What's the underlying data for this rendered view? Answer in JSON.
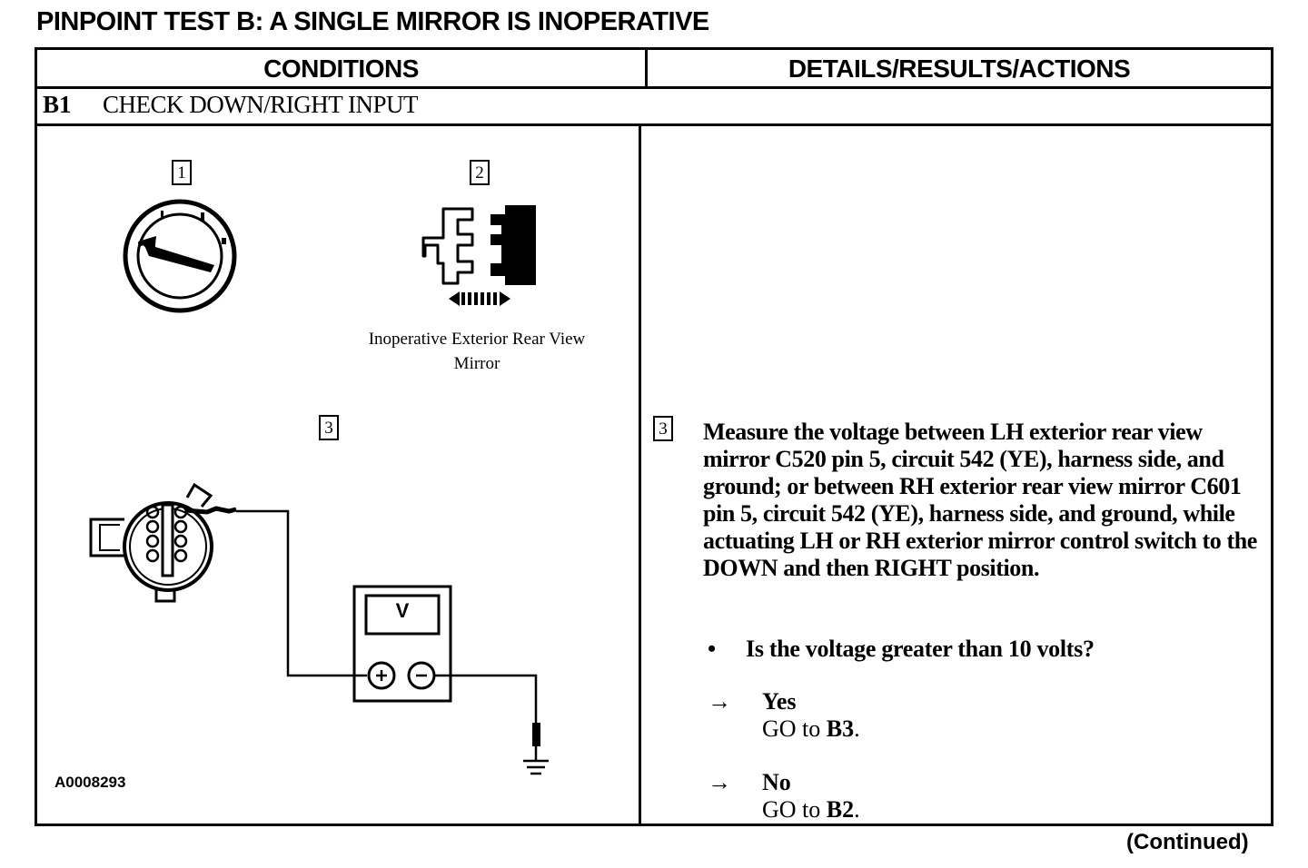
{
  "page": {
    "title": "PINPOINT TEST B: A SINGLE MIRROR IS INOPERATIVE",
    "continued": "(Continued)"
  },
  "table": {
    "col_conditions": "CONDITIONS",
    "col_details": "DETAILS/RESULTS/ACTIONS",
    "step_id": "B1",
    "step_title": "CHECK DOWN/RIGHT INPUT"
  },
  "figure": {
    "callout_1": "1",
    "callout_2": "2",
    "callout_3": "3",
    "caption": "Inoperative Exterior Rear View Mirror",
    "meter_label": "V",
    "figure_id": "A0008293"
  },
  "details": {
    "callout": "3",
    "action": "Measure the voltage between LH exterior rear view mirror C520 pin 5, circuit 542 (YE), harness side, and ground; or between RH exterior rear view mirror C601 pin 5, circuit 542 (YE), harness side, and ground, while actuating LH or RH exterior mirror control switch to the DOWN and then RIGHT position.",
    "bullet": "•",
    "question": "Is the voltage greater than 10 volts?",
    "results": [
      {
        "arrow": "→",
        "label": "Yes",
        "go_text": "GO to ",
        "go_ref": "B3",
        "go_end": "."
      },
      {
        "arrow": "→",
        "label": "No",
        "go_text": "GO to ",
        "go_ref": "B2",
        "go_end": "."
      }
    ]
  }
}
